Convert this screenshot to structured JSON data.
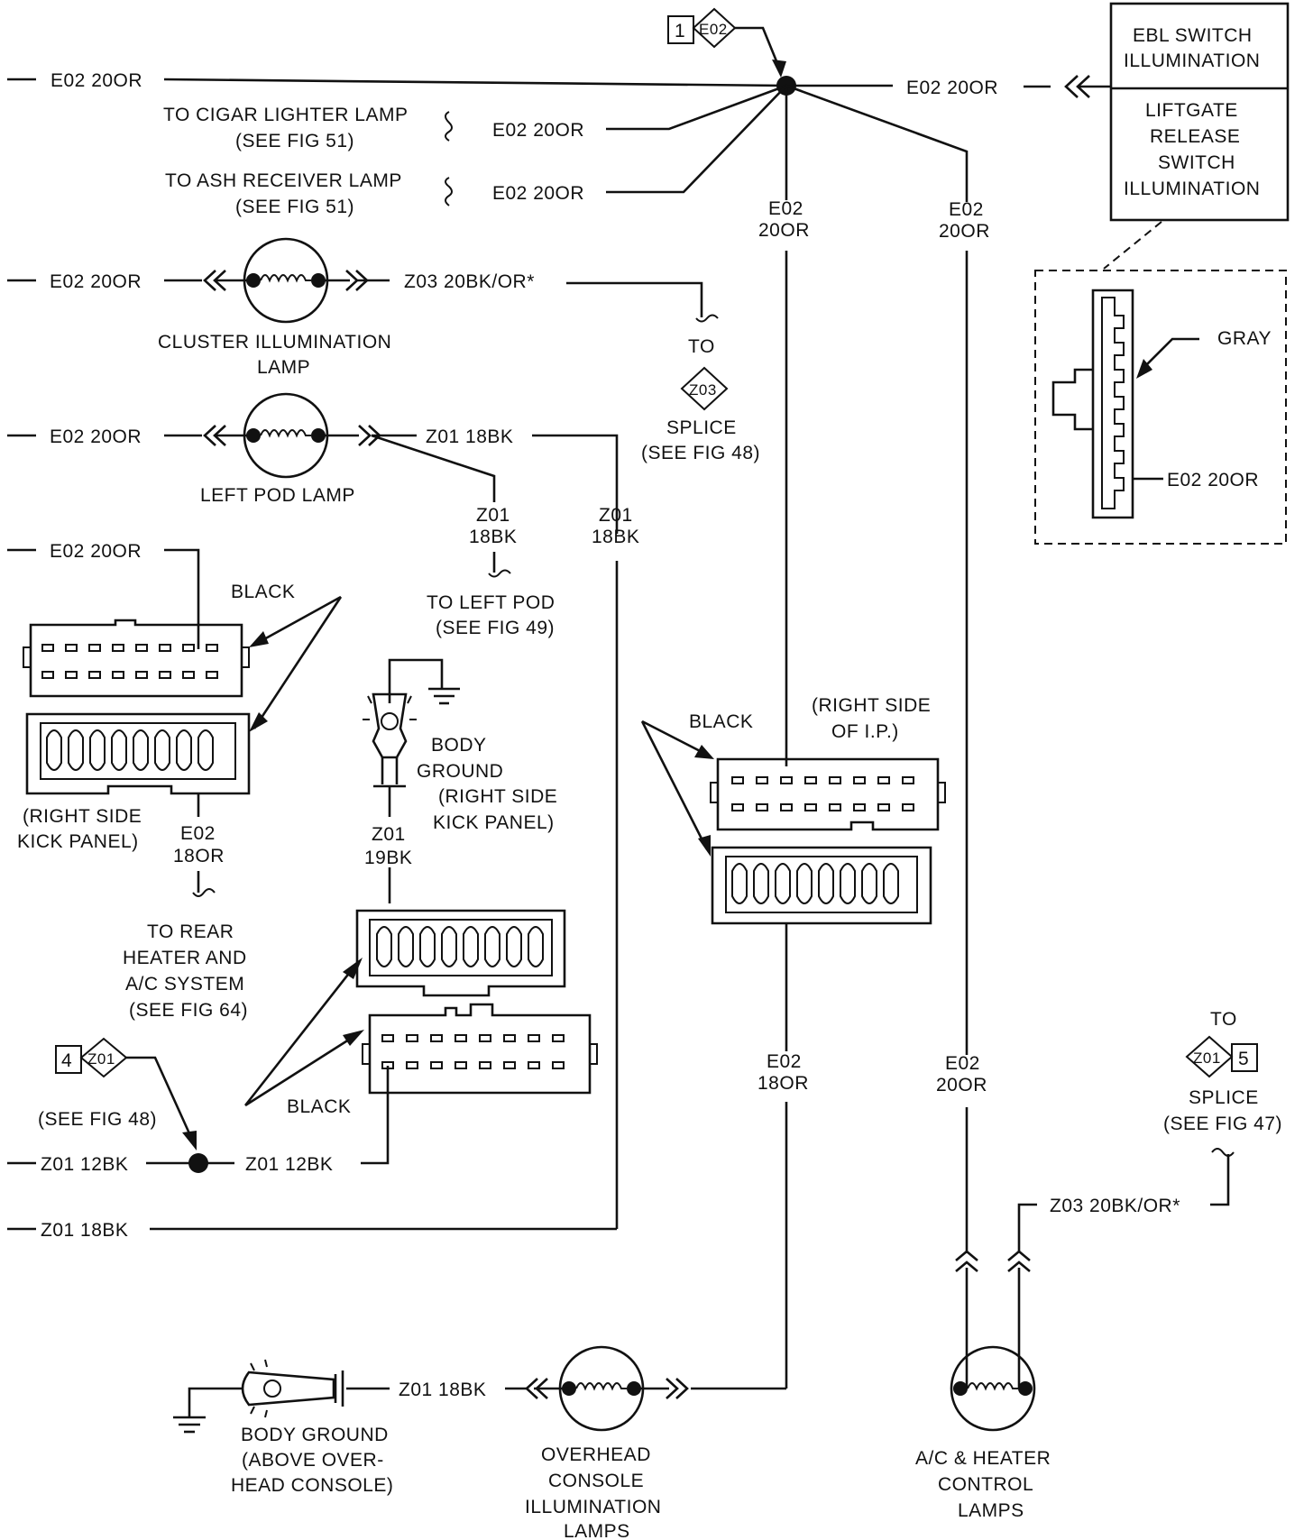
{
  "labels": {
    "top_e02_left": "E02 20OR",
    "top_e02_right": "E02 20OR",
    "cigar_to": "TO CIGAR LIGHTER LAMP",
    "cigar_fig": "(SEE FIG 51)",
    "cigar_wire": "E02 20OR",
    "ash_to": "TO ASH RECEIVER LAMP",
    "ash_fig": "(SEE FIG 51)",
    "ash_wire": "E02 20OR",
    "right_e02_a_1": "E02",
    "right_e02_a_2": "20OR",
    "right_e02_b_1": "E02",
    "right_e02_b_2": "20OR",
    "cluster_left_wire": "E02 20OR",
    "cluster_right_wire": "Z03 20BK/OR*",
    "cluster_name_1": "CLUSTER ILLUMINATION",
    "cluster_name_2": "LAMP",
    "to_splice": "TO",
    "splice_z03_name": "SPLICE",
    "splice_z03_fig": "(SEE FIG 48)",
    "pod_left_wire": "E02 20OR",
    "pod_right_wire": "Z01 18BK",
    "pod_name": "LEFT POD LAMP",
    "pod_branch_1": "Z01",
    "pod_branch_2": "18BK",
    "pod_to_1": "TO LEFT POD",
    "pod_to_2": "(SEE FIG 49)",
    "z01_vert_1": "Z01",
    "z01_vert_2": "18BK",
    "kick_wire": "E02 20OR",
    "kick_black": "BLACK",
    "kick_name_1": "(RIGHT SIDE",
    "kick_name_2": "KICK PANEL)",
    "kick_out_1": "E02",
    "kick_out_2": "18OR",
    "rear_1": "TO REAR",
    "rear_2": "HEATER AND",
    "rear_3": "A/C SYSTEM",
    "rear_4": "(SEE FIG 64)",
    "bg1_1": "BODY",
    "bg1_2": "GROUND",
    "bg1_3": "(RIGHT SIDE",
    "bg1_4": "KICK PANEL)",
    "bg1_wire_1": "Z01",
    "bg1_wire_2": "19BK",
    "ip_black": "BLACK",
    "ip_name_1": "(RIGHT SIDE",
    "ip_name_2": "OF I.P.)",
    "ip_out_1": "E02",
    "ip_out_2": "18OR",
    "ac_wire_1": "E02",
    "ac_wire_2": "20OR",
    "z01_fig": "(SEE FIG 48)",
    "z01_12_left": "Z01 12BK",
    "z01_12_right": "Z01 12BK",
    "lower_black": "BLACK",
    "z01_bottom": "Z01 18BK",
    "to_z01_5": "TO",
    "splice_47_name": "SPLICE",
    "splice_47_fig": "(SEE FIG 47)",
    "z03_bottom": "Z03 20BK/OR*",
    "bg2_1": "BODY GROUND",
    "bg2_2": "(ABOVE OVER-",
    "bg2_3": "HEAD CONSOLE)",
    "bg2_wire": "Z01 18BK",
    "ohc_1": "OVERHEAD",
    "ohc_2": "CONSOLE",
    "ohc_3": "ILLUMINATION",
    "ohc_4": "LAMPS",
    "ach_1": "A/C & HEATER",
    "ach_2": "CONTROL",
    "ach_3": "LAMPS",
    "ebl_1": "EBL SWITCH",
    "ebl_2": "ILLUMINATION",
    "lift_1": "LIFTGATE",
    "lift_2": "RELEASE",
    "lift_3": "SWITCH",
    "lift_4": "ILLUMINATION",
    "gray": "GRAY",
    "switch_wire": "E02 20OR"
  },
  "refs": {
    "e02_top_num": "1",
    "e02_top_code": "E02",
    "z03_code": "Z03",
    "z01_left_num": "4",
    "z01_left_code": "Z01",
    "z01_right_code": "Z01",
    "z01_right_num": "5"
  }
}
